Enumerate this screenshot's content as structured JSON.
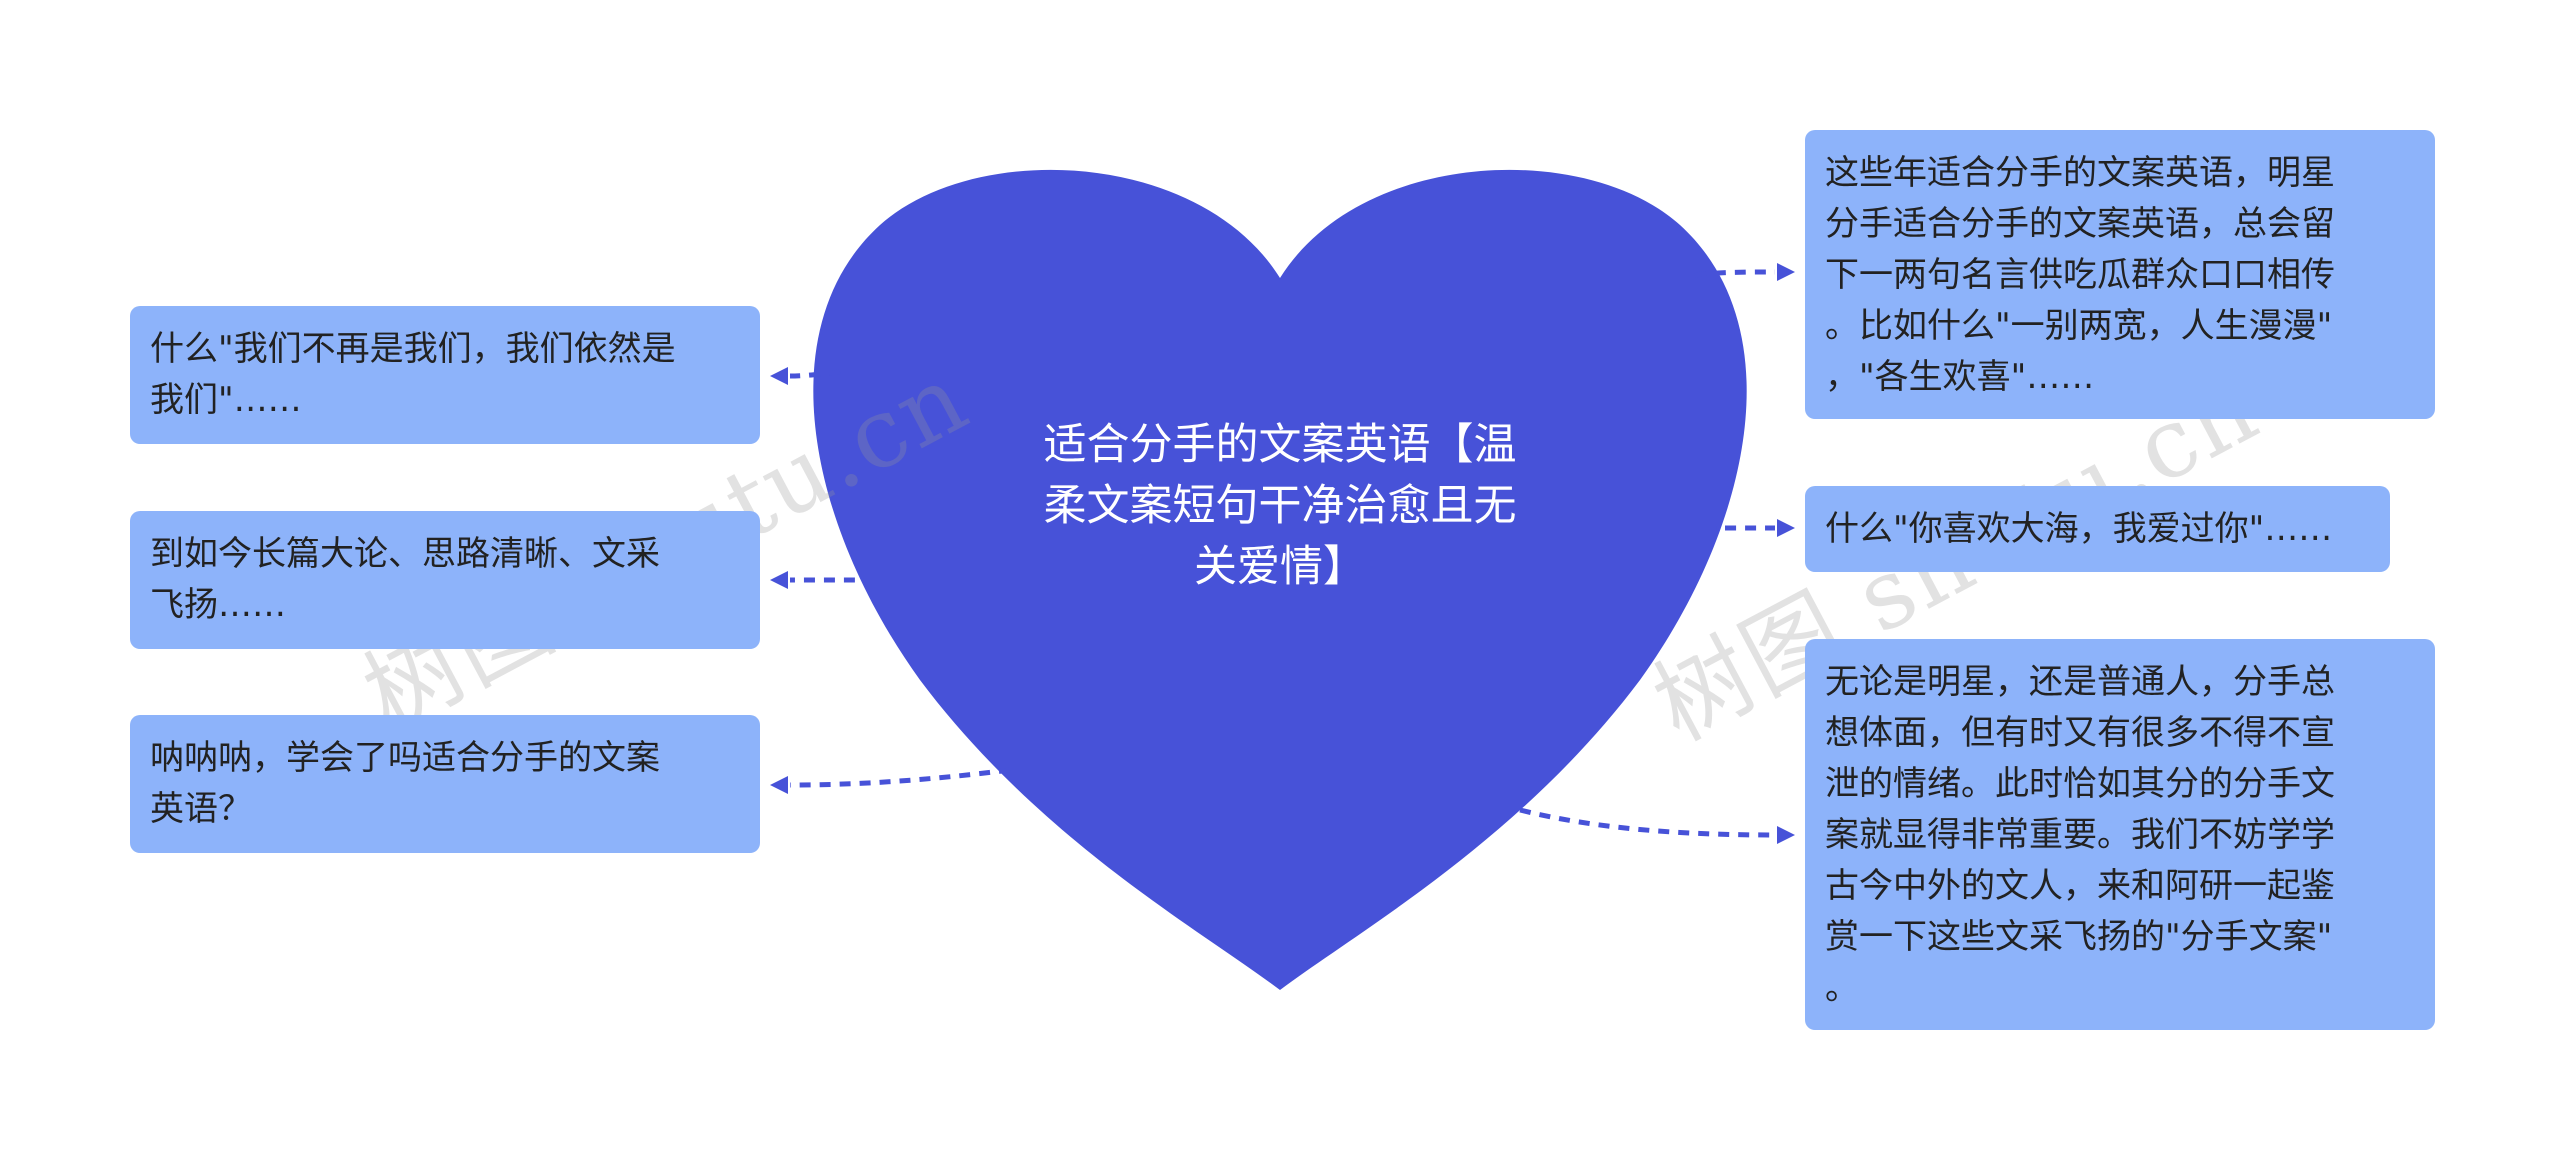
{
  "center": {
    "lines": [
      "适合分手的文案英语【温",
      "柔文案短句干净治愈且无",
      "关爱情】"
    ]
  },
  "left_nodes": [
    {
      "lines": [
        "什么\"我们不再是我们，我们依然是",
        "我们\"……"
      ]
    },
    {
      "lines": [
        "到如今长篇大论、思路清晰、文采",
        "飞扬……"
      ]
    },
    {
      "lines": [
        "呐呐呐，学会了吗适合分手的文案",
        "英语？"
      ]
    }
  ],
  "right_nodes": [
    {
      "lines": [
        "这些年适合分手的文案英语，明星",
        "分手适合分手的文案英语，总会留",
        "下一两句名言供吃瓜群众口口相传",
        "。比如什么\"一别两宽，人生漫漫\"",
        "，\"各生欢喜\"……"
      ]
    },
    {
      "lines": [
        "什么\"你喜欢大海，我爱过你\"……"
      ]
    },
    {
      "lines": [
        "无论是明星，还是普通人，分手总",
        "想体面，但有时又有很多不得不宣",
        "泄的情绪。此时恰如其分的分手文",
        "案就显得非常重要。我们不妨学学",
        "古今中外的文人，来和阿研一起鉴",
        "赏一下这些文采飞扬的\"分手文案\"",
        "。"
      ]
    }
  ],
  "watermarks": [
    "树图 shutu.cn",
    "树图 shutu.cn"
  ],
  "colors": {
    "heart": "#4752d8",
    "node_bg": "#8db3fa",
    "connector": "#4752d8",
    "center_text": "#ffffff"
  }
}
